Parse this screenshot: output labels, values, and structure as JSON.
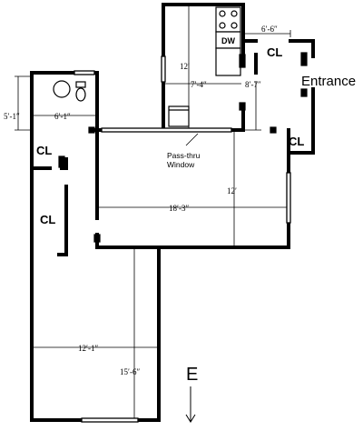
{
  "rooms": {
    "closet_label": "CL",
    "dishwasher_label": "DW",
    "pass_thru_line1": "Pass-thru",
    "pass_thru_line2": "Window"
  },
  "entrance_label": "Entrance",
  "compass": {
    "direction": "E"
  },
  "dimensions": {
    "kitchen_height": "12′",
    "kitchen_width": "7′-4″",
    "hall_width": "8′-7″",
    "entry_width": "6′-6″",
    "bath_width": "6′-1″",
    "bath_depth": "5′-1″",
    "living_width": "18′-3″",
    "living_height": "12′",
    "bedroom_width": "12′-1″",
    "bedroom_length": "15′-6″"
  }
}
